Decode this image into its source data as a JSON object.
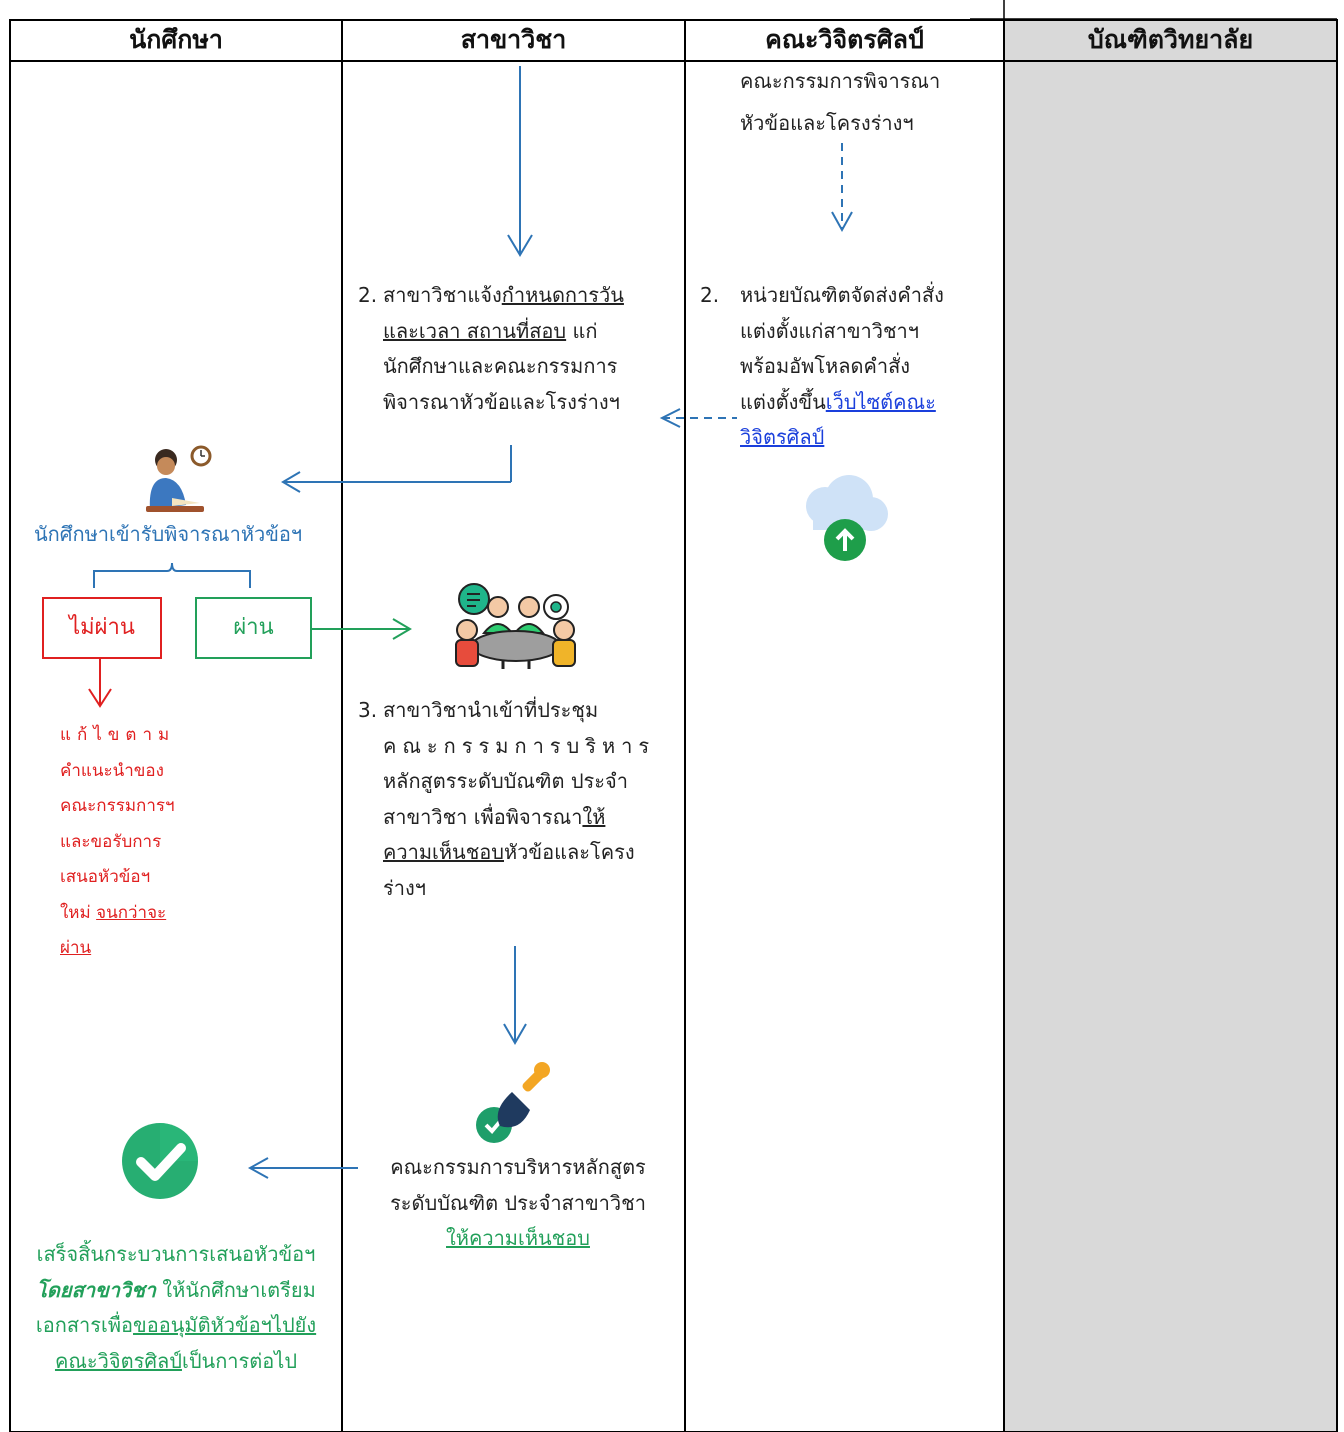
{
  "columns": {
    "student": "นักศึกษา",
    "department": "สาขาวิชา",
    "faculty": "คณะวิจิตรศิลป์",
    "graduate_school": "บัณฑิตวิทยาลัย"
  },
  "faculty_committee": {
    "line1": "คณะกรรมการพิจารณา",
    "line2": "หัวข้อและโครงร่างฯ"
  },
  "step2_department": {
    "number": "2.",
    "l1_pre": "สาขาวิชาแจ้ง",
    "l1_u": "กำหนดการวัน",
    "l2_u": "และเวลา สถานที่สอบ",
    "l2_post": " แก่",
    "l3": "นักศึกษาและคณะกรรมการ",
    "l4": "พิจารณาหัวข้อและโรงร่างฯ"
  },
  "step2_faculty": {
    "number": "2.",
    "l1": "หน่วยบัณฑิตจัดส่งคำสั่ง",
    "l2": "แต่งตั้งแก่สาขาวิชาฯ",
    "l3": "พร้อมอัพโหลดคำสั่ง",
    "l4_pre": "แต่งตั้งขึ้น",
    "l4_link": "เว็บไซต์คณะ",
    "l5_link": "วิจิตรศิลป์"
  },
  "student_consider": "นักศึกษาเข้ารับพิจารณาหัวข้อฯ",
  "fail_label": "ไม่ผ่าน",
  "pass_label": "ผ่าน",
  "fail_note": {
    "l1": "แก้ไขตาม",
    "l2": "คำแนะนำของ",
    "l3": "คณะกรรมการฯ",
    "l4": "และขอรับการ",
    "l5": "เสนอหัวข้อฯ",
    "l6_pre": "ใหม่ ",
    "l6_u": "จนกว่าจะ",
    "l7_u": "ผ่าน"
  },
  "step3": {
    "number": "3.",
    "l1": "สาขาวิชานำเข้าที่ประชุม",
    "l2": "คณะกรรมการบริหาร",
    "l3": "หลักสูตรระดับบัณฑิต ประจำ",
    "l4_pre": "สาขาวิชา เพื่อพิจารณา",
    "l4_u": "ให้",
    "l5_u": "ความเห็นชอบ",
    "l5_post": "หัวข้อและโครง",
    "l6": "ร่างฯ"
  },
  "approval": {
    "l1": "คณะกรรมการบริหารหลักสูตร",
    "l2": "ระดับบัณฑิต ประจำสาขาวิชา",
    "l3_u": "ให้ความเห็นชอบ"
  },
  "completion": {
    "l1": "เสร็จสิ้นกระบวนการเสนอหัวข้อฯ",
    "l2_bold": "โดยสาขาวิชา",
    "l2_post": " ให้นักศึกษาเตรียม",
    "l3_pre": "เอกสารเพื่อ",
    "l3_u": "ขออนุมัติหัวข้อฯไปยัง",
    "l4_u": "คณะวิจิตรศิลป์",
    "l4_post": "เป็นการต่อไป"
  },
  "colors": {
    "flow_blue": "#2e74b5",
    "fail_red": "#e02020",
    "pass_green": "#22a05a",
    "link_blue": "#1a3fdc",
    "gray_column": "#d9d9d9"
  },
  "icons": [
    "student-studying-icon",
    "upload-cloud-icon",
    "meeting-icon",
    "approval-stamp-icon",
    "check-circle-icon"
  ]
}
